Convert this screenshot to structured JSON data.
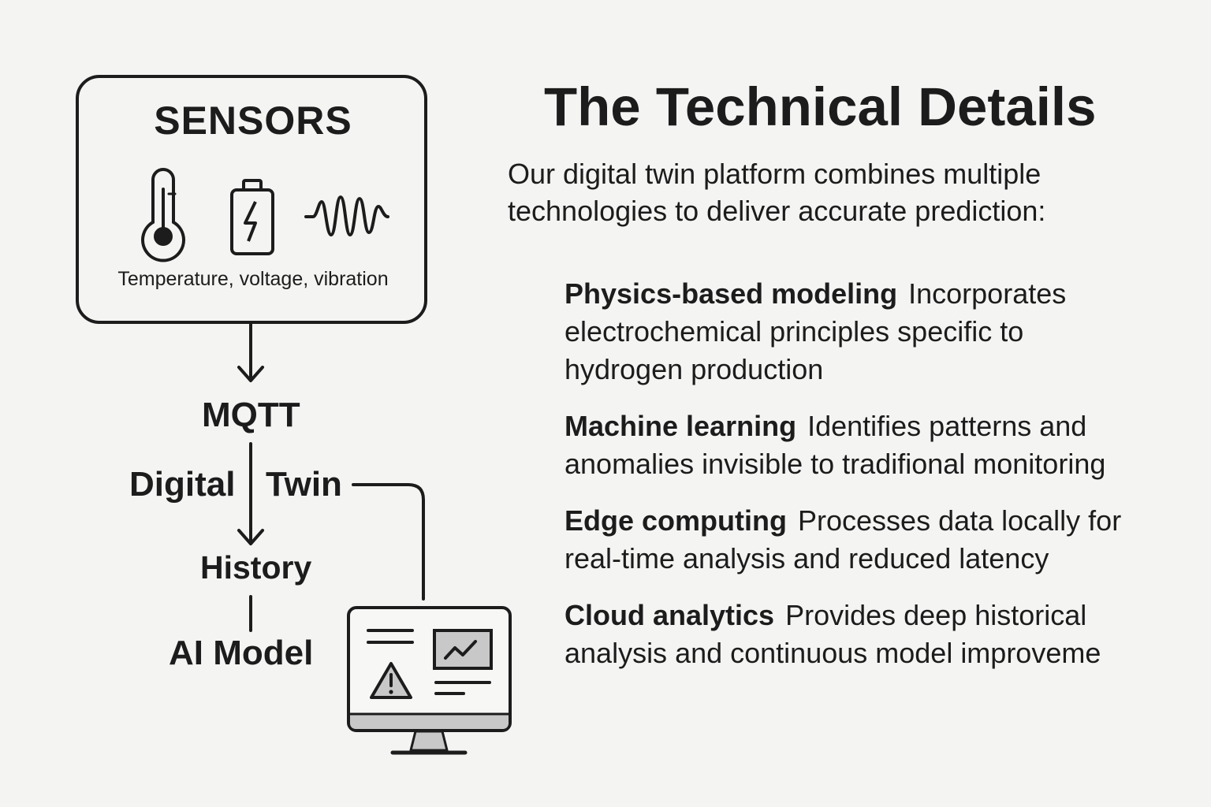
{
  "sensors": {
    "title": "SENSORS",
    "icons": [
      "thermometer-icon",
      "battery-icon",
      "waveform-icon"
    ],
    "caption": "Temperature, voltage, vibration"
  },
  "flow": {
    "mqtt": "MQTT",
    "digital": "Digital",
    "twin": "Twin",
    "history": "History",
    "ai_model": "AI Model"
  },
  "dashboard": {
    "icons": [
      "monitor-icon",
      "warning-icon",
      "trend-chart-icon"
    ]
  },
  "details": {
    "title": "The Technical Details",
    "intro": "Our digital twin platform combines multiple technologies to deliver accurate prediction:",
    "items": [
      {
        "term": "Physics-based modeling",
        "desc": "Incorporates electrochemical principles specific to hydrogen production"
      },
      {
        "term": "Machine learning",
        "desc": "Identifies patterns and anomalies invisible to tradifional monitoring"
      },
      {
        "term": "Edge computing",
        "desc": "Processes data locally for real-time analysis and reduced latency"
      },
      {
        "term": "Cloud analytics",
        "desc": "Provides deep historical analysis and continuous model improveme"
      }
    ]
  },
  "colors": {
    "background": "#f4f4f3",
    "ink": "#1c1c1c",
    "screen_gray": "#c8c8c8"
  }
}
